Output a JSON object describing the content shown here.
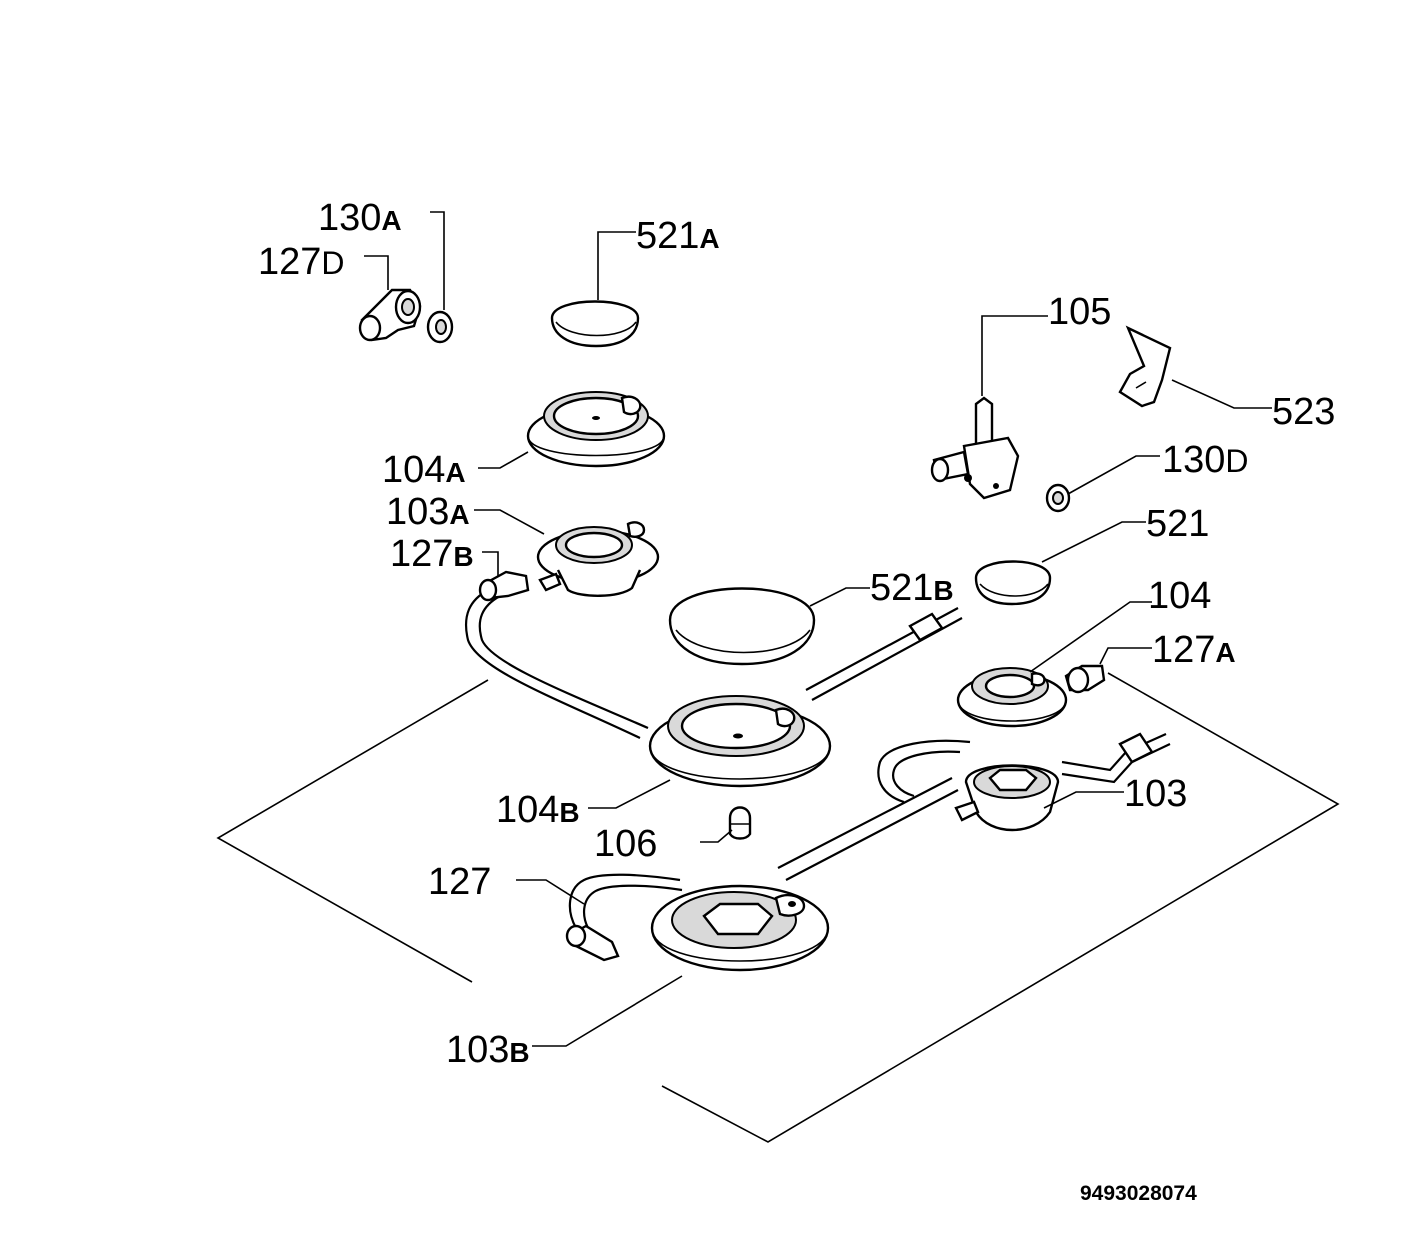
{
  "labels": {
    "p130A": {
      "num": "130",
      "sfx": "A"
    },
    "p127D": {
      "num": "127",
      "sfx": "D"
    },
    "p521A": {
      "num": "521",
      "sfx": "A"
    },
    "p105": {
      "num": "105",
      "sfx": ""
    },
    "p523": {
      "num": "523",
      "sfx": ""
    },
    "p130D": {
      "num": "130",
      "sfx": "D"
    },
    "p104A": {
      "num": "104",
      "sfx": "A"
    },
    "p103A": {
      "num": "103",
      "sfx": "A"
    },
    "p127B": {
      "num": "127",
      "sfx": "B"
    },
    "p521": {
      "num": "521",
      "sfx": ""
    },
    "p521B": {
      "num": "521",
      "sfx": "B"
    },
    "p104": {
      "num": "104",
      "sfx": ""
    },
    "p127A": {
      "num": "127",
      "sfx": "A"
    },
    "p103": {
      "num": "103",
      "sfx": ""
    },
    "p104B": {
      "num": "104",
      "sfx": "B"
    },
    "p106": {
      "num": "106",
      "sfx": ""
    },
    "p127": {
      "num": "127",
      "sfx": ""
    },
    "p103B": {
      "num": "103",
      "sfx": "B"
    }
  },
  "document_code": "9493028074"
}
